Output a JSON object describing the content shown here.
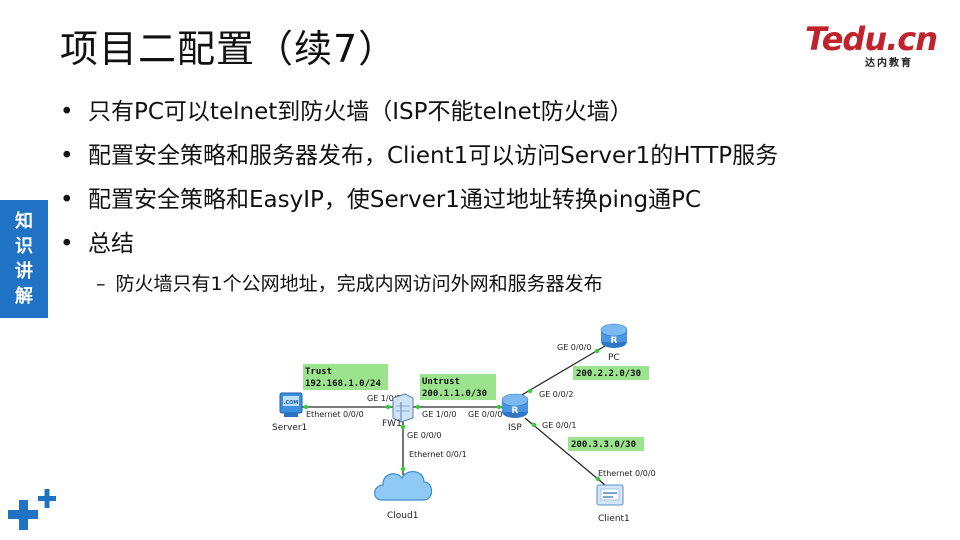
{
  "slide": {
    "title": "项目二配置（续7）",
    "bullets": [
      "只有PC可以telnet到防火墙（ISP不能telnet防火墙）",
      "配置安全策略和服务器发布，Client1可以访问Server1的HTTP服务",
      "配置安全策略和EasyIP，使Server1通过地址转换ping通PC",
      "总结"
    ],
    "sub_bullet": "防火墙只有1个公网地址，完成内网访问外网和服务器发布",
    "sub_dash": "–",
    "side_tab": [
      "知",
      "识",
      "讲",
      "解"
    ]
  },
  "logo": {
    "text": "Tedu.cn",
    "sub": "达内教育",
    "color": "#c0232c"
  },
  "colors": {
    "accent": "#1f72c4",
    "link_line": "#2a2a2a",
    "port_dot": "#2fd12f",
    "net_label_bg": "#9be38d"
  },
  "topology": {
    "devices": {
      "server1": "Server1",
      "fw1": "FW1",
      "isp": "ISP",
      "pc": "PC",
      "cloud1": "Cloud1",
      "client1": "Client1",
      "server_screen": ".COM"
    },
    "ports": {
      "server1_eth": "Ethernet 0/0/0",
      "fw1_ge101": "GE 1/0/1",
      "fw1_ge100": "GE 1/0/0",
      "fw1_ge000": "GE 0/0/0",
      "cloud_eth": "Ethernet 0/0/1",
      "isp_ge000": "GE 0/0/0",
      "isp_ge002": "GE 0/0/2",
      "isp_ge001": "GE 0/0/1",
      "pc_ge000": "GE 0/0/0",
      "client_eth": "Ethernet 0/0/0"
    },
    "networks": {
      "trust_name": "Trust",
      "trust_net": "192.168.1.0/24",
      "untrust_name": "Untrust",
      "untrust_net": "200.1.1.0/30",
      "pc_net": "200.2.2.0/30",
      "client_net": "200.3.3.0/30"
    }
  }
}
